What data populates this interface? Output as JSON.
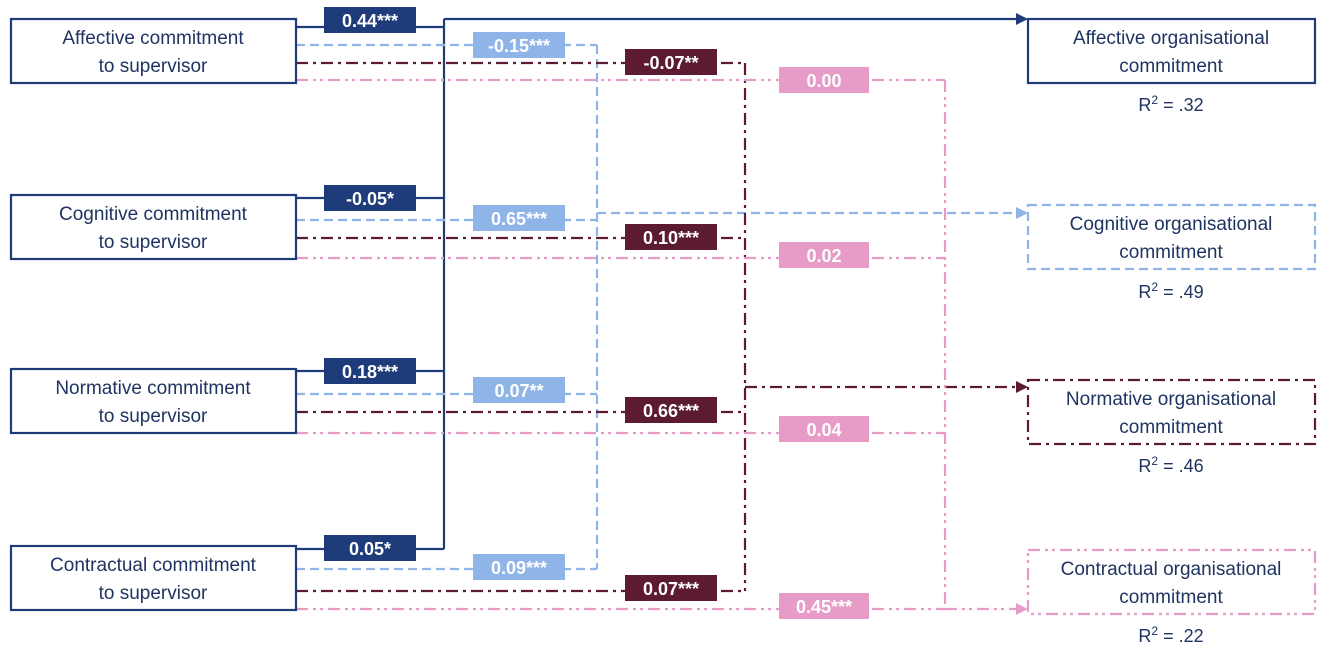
{
  "colors": {
    "affective": "#1f3c7a",
    "cognitive": "#8fb4e8",
    "normative": "#5c1a33",
    "contractual": "#e79cc8",
    "text": "#1f3461"
  },
  "predictors": [
    {
      "id": "affective",
      "line1": "Affective commitment",
      "line2": "to supervisor"
    },
    {
      "id": "cognitive",
      "line1": "Cognitive commitment",
      "line2": "to supervisor"
    },
    {
      "id": "normative",
      "line1": "Normative commitment",
      "line2": "to supervisor"
    },
    {
      "id": "contractual",
      "line1": "Contractual commitment",
      "line2": "to supervisor"
    }
  ],
  "outcomes": [
    {
      "id": "affective",
      "line1": "Affective organisational",
      "line2": "commitment",
      "r2_prefix": "R",
      "r2_sup": "2",
      "r2_value": " = .32"
    },
    {
      "id": "cognitive",
      "line1": "Cognitive organisational",
      "line2": "commitment",
      "r2_prefix": "R",
      "r2_sup": "2",
      "r2_value": " = .49"
    },
    {
      "id": "normative",
      "line1": "Normative organisational",
      "line2": "commitment",
      "r2_prefix": "R",
      "r2_sup": "2",
      "r2_value": " = .46"
    },
    {
      "id": "contractual",
      "line1": "Contractual organisational",
      "line2": "commitment",
      "r2_prefix": "R",
      "r2_sup": "2",
      "r2_value": " = .22"
    }
  ],
  "coefficients": {
    "to_affective": [
      "0.44***",
      "-0.05*",
      "0.18***",
      "0.05*"
    ],
    "to_cognitive": [
      "-0.15***",
      "0.65***",
      "0.07**",
      "0.09***"
    ],
    "to_normative": [
      "-0.07**",
      "0.10***",
      "0.66***",
      "0.07***"
    ],
    "to_contractual": [
      "0.00",
      "0.02",
      "0.04",
      "0.45***"
    ]
  }
}
